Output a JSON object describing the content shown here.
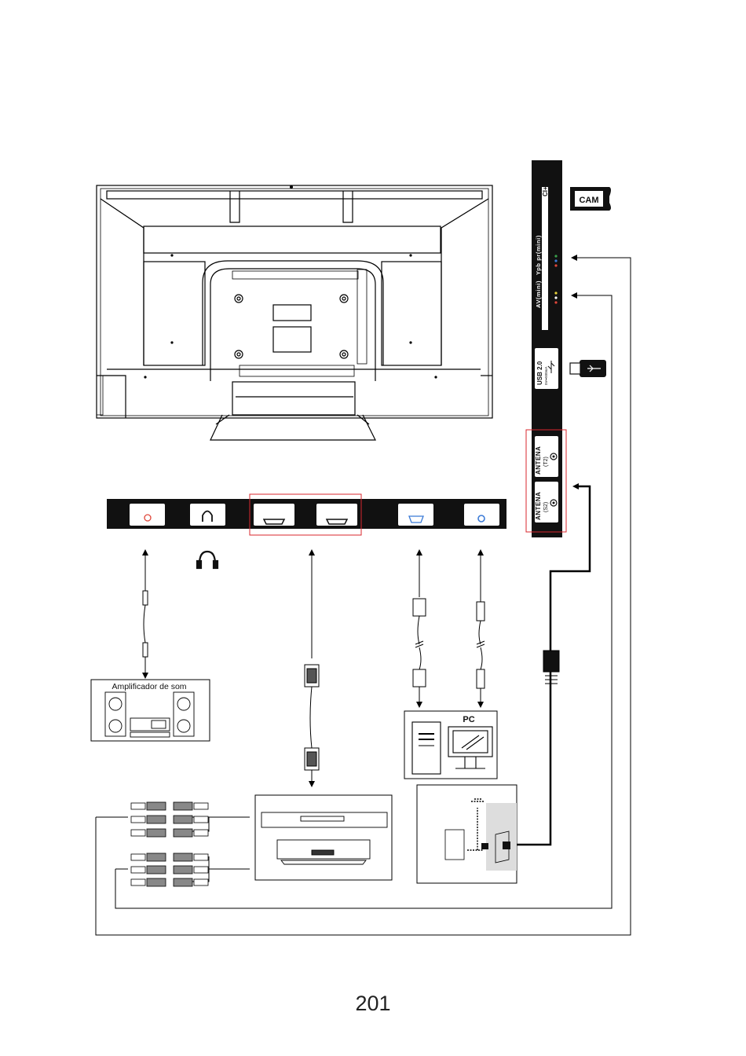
{
  "diagram": {
    "labels": {
      "amplifier": "Amplificador de som",
      "pc": "PC",
      "cam": "CAM",
      "usb": "USB 2.0",
      "usb_rating": "5V⎓500mA",
      "av_port": "AV(mini)",
      "ypbpr_port": "Ypb pr(mini)",
      "ci_slot": "CI+",
      "antenna_t2": "ANTENA",
      "antenna_t2_sub": "(T2)",
      "antenna_s2": "ANTENA",
      "antenna_s2_sub": "(S2)"
    },
    "colors": {
      "panel": "#111111",
      "line": "#000000",
      "highlight_box": "#d9272e",
      "vga_port": "#3b7ad6",
      "optical_port": "#e0473a"
    }
  },
  "page": {
    "number": "201"
  }
}
